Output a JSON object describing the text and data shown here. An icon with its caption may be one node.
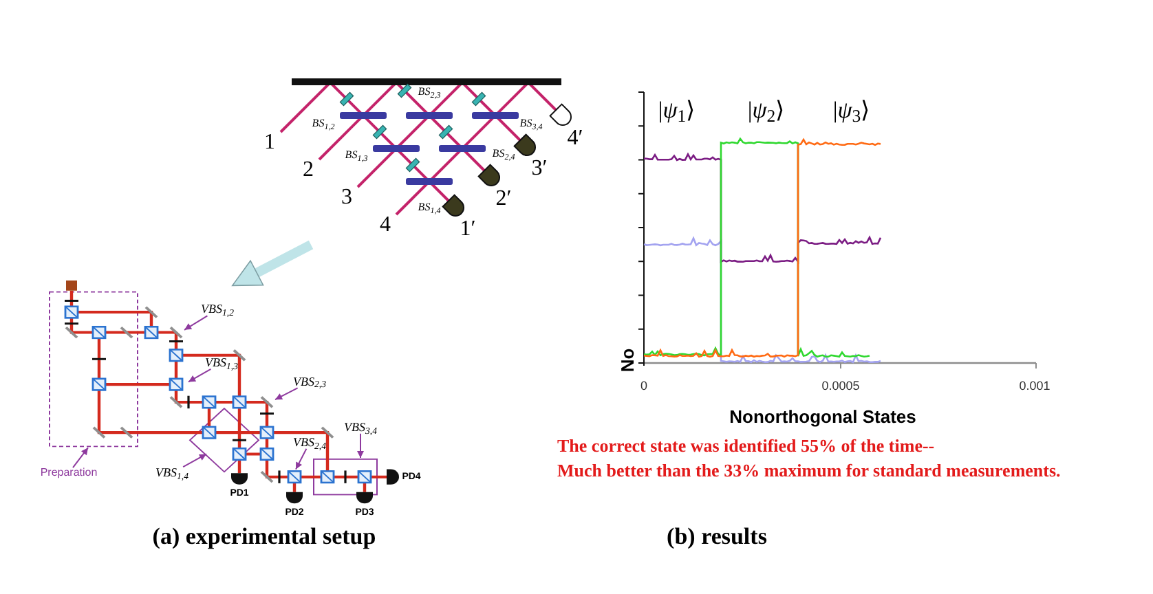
{
  "diagram": {
    "nodes": [
      {
        "text": [],
        "shape": "picture"
      },
      {
        "text": [],
        "shape": "picture"
      },
      {
        "text": [
          "VBS$_{1,2}$"
        ],
        "in": 1
      },
      {
        "text": [
          "VBS$_{1,3}$"
        ],
        "in": 1
      },
      {
        "text": [
          "VBS$_{2,3}$"
        ],
        "in": 1
      },
      {
        "text": [
          "VBS$_{3,4}$"
        ],
        "in": 1
      },
      {
        "text": [
          "VBS$_{2,4}$"
        ],
        "in": 1
      },
      {
        "text": [
          "VBS$_{1,4}$"
        ],
        "in": 1
      },
      {
        "text": [
          "Preparation"
        ],
        "in": 1
      }
    ],
    "edges": [
      {
        "from": 0,
        "to": 1,
        "arrow": "to",
        "style": "thick",
        "color": "#bfe4e8"
      },
      {
        "from": 2,
        "to": null,
        "arrow": "to"
      },
      {
        "from": 3,
        "to": null,
        "arrow": "to"
      },
      {
        "from": 4,
        "to": null,
        "arrow": "to"
      },
      {
        "from": 5,
        "to": null,
        "arrow": "to"
      },
      {
        "from": 6,
        "to": null,
        "arrow": "to"
      },
      {
        "from": 7,
        "to": null,
        "arrow": "to"
      },
      {
        "from": 8,
        "to": null,
        "arrow": "to"
      }
    ],
    "labels": [
      "BS$_{2,3}$",
      "BS$_{1,2}$",
      "BS$_{3,4}$",
      "1",
      "4′",
      "BS$_{1,3}$",
      "BS$_{2,4}$",
      "2",
      "3′",
      "3",
      "BS$_{1,4}$",
      "2′",
      "4",
      "1′",
      "PD4",
      "PD1",
      "PD2",
      "PD3",
      "|*ψ*$_{1}$⟩",
      "|*ψ*$_{2}$⟩",
      "|*ψ*$_{3}$⟩",
      "0",
      "0.0005",
      "0.001",
      "No",
      "Nonorthogonal States",
      "The correct state was identified 55% of the time--",
      "Much better than the 33% maximum for standard measurements.",
      "(a) experimental setup",
      "(b) results"
    ]
  }
}
